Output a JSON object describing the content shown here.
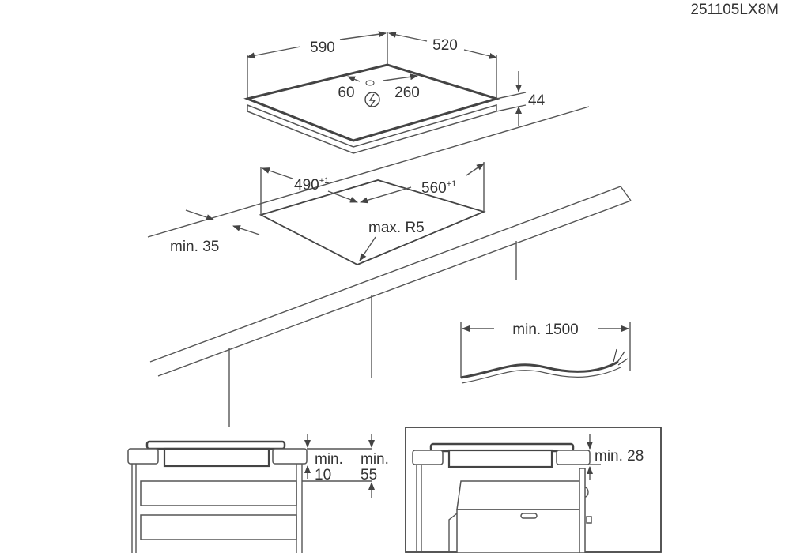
{
  "code": "251105LX8M",
  "hob": {
    "width": "590",
    "depth": "520",
    "height": "44",
    "conn_left": "60",
    "conn_right": "260",
    "icon": "electric-connection-icon"
  },
  "cutout": {
    "width": "490",
    "width_tol": "+1",
    "depth": "560",
    "depth_tol": "+1",
    "radius": "max. R5",
    "front_margin": "min. 35"
  },
  "cable": {
    "length": "min. 1500"
  },
  "drawer_section": {
    "label_a_top": "min.",
    "label_a_val": "10",
    "label_b_top": "min.",
    "label_b_val": "55"
  },
  "oven_section": {
    "label": "min. 28"
  }
}
